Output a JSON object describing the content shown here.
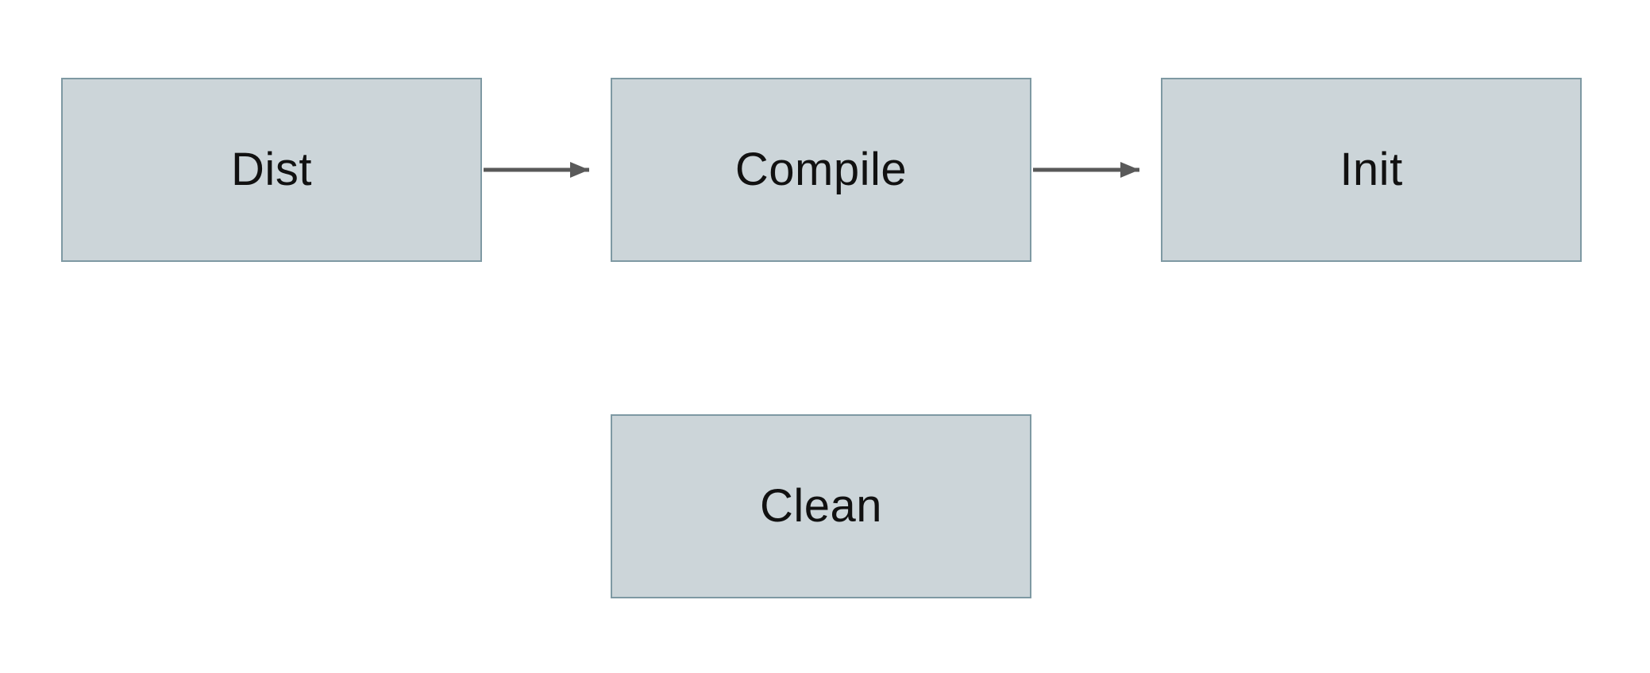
{
  "diagram": {
    "nodes": [
      {
        "id": "dist",
        "label": "Dist"
      },
      {
        "id": "compile",
        "label": "Compile"
      },
      {
        "id": "init",
        "label": "Init"
      },
      {
        "id": "clean",
        "label": "Clean"
      }
    ],
    "edges": [
      {
        "from": "dist",
        "to": "compile"
      },
      {
        "from": "compile",
        "to": "init"
      }
    ],
    "colors": {
      "background": "#ffffff",
      "node_fill": "#ccd5d9",
      "node_border": "#7e99a3",
      "arrow": "#595959",
      "text": "#111111"
    }
  }
}
